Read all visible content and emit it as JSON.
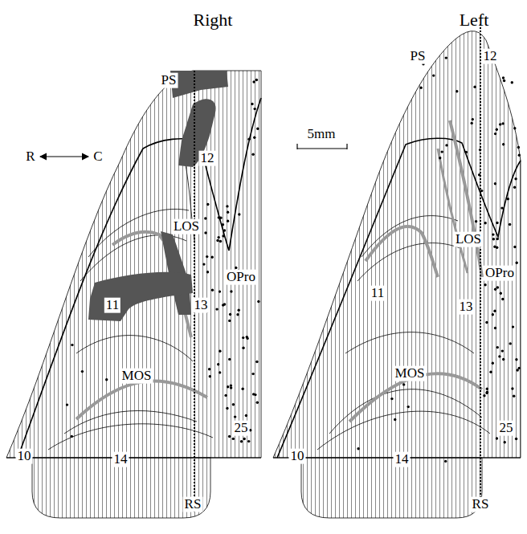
{
  "diagram": {
    "labels": [
      "Right",
      "PS",
      "R",
      "C",
      "12",
      "LOS",
      "11",
      "13",
      "OPro",
      "MOS",
      "10",
      "14",
      "25",
      "RS",
      "5mm",
      "Left",
      "PS",
      "12",
      "LOS",
      "OPro",
      "11",
      "13",
      "MOS",
      "10",
      "14",
      "25",
      "RS"
    ]
  }
}
